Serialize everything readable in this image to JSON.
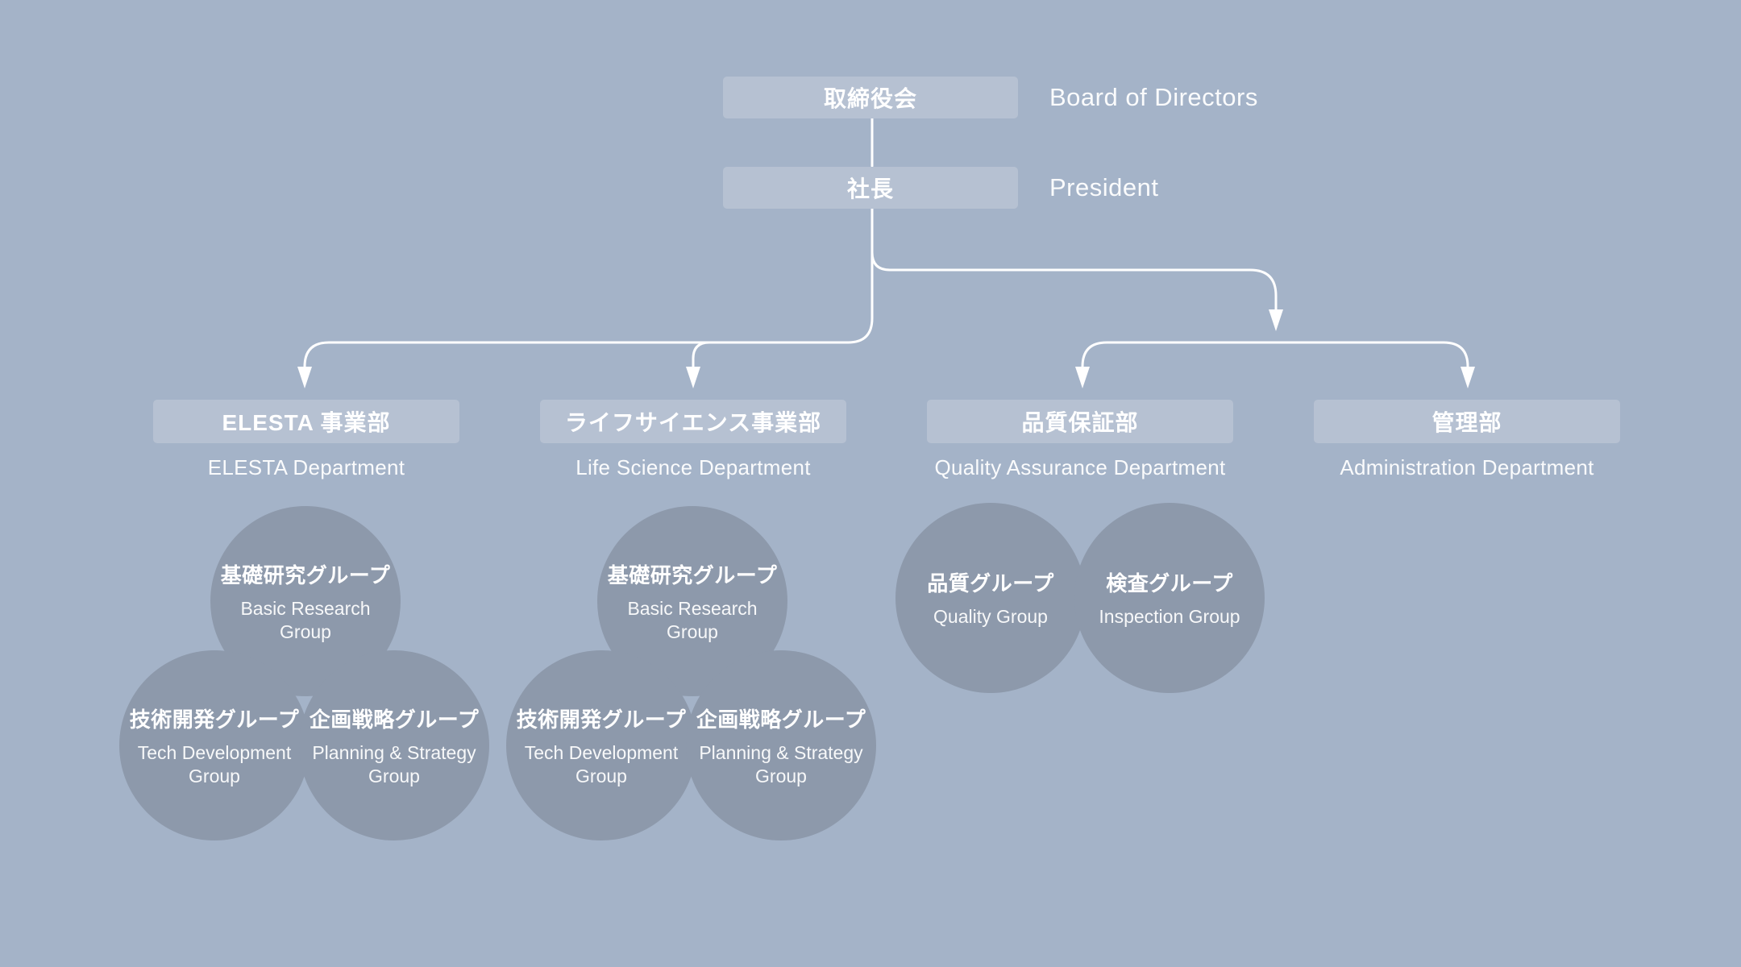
{
  "palette": {
    "background": "#a4b3c8",
    "box_fill": "#b6c1d2",
    "circle_fill": "#8d99ab",
    "line": "#ffffff",
    "text": "#ffffff"
  },
  "top_nodes": {
    "board": {
      "jp": "取締役会",
      "en": "Board of Directors"
    },
    "president": {
      "jp": "社長",
      "en": "President"
    }
  },
  "departments": [
    {
      "jp": "ELESTA 事業部",
      "en": "ELESTA Department",
      "groups": [
        {
          "jp": "基礎研究グループ",
          "en_lines": [
            "Basic Research",
            "Group"
          ]
        },
        {
          "jp": "技術開発グループ",
          "en_lines": [
            "Tech Development",
            "Group"
          ]
        },
        {
          "jp": "企画戦略グループ",
          "en_lines": [
            "Planning & Strategy",
            "Group"
          ]
        }
      ]
    },
    {
      "jp": "ライフサイエンス事業部",
      "en": "Life Science Department",
      "groups": [
        {
          "jp": "基礎研究グループ",
          "en_lines": [
            "Basic Research",
            "Group"
          ]
        },
        {
          "jp": "技術開発グループ",
          "en_lines": [
            "Tech Development",
            "Group"
          ]
        },
        {
          "jp": "企画戦略グループ",
          "en_lines": [
            "Planning & Strategy",
            "Group"
          ]
        }
      ]
    },
    {
      "jp": "品質保証部",
      "en": "Quality Assurance Department",
      "groups": [
        {
          "jp": "品質グループ",
          "en_lines": [
            "Quality Group"
          ]
        },
        {
          "jp": "検査グループ",
          "en_lines": [
            "Inspection Group"
          ]
        }
      ]
    },
    {
      "jp": "管理部",
      "en": "Administration Department",
      "groups": []
    }
  ]
}
